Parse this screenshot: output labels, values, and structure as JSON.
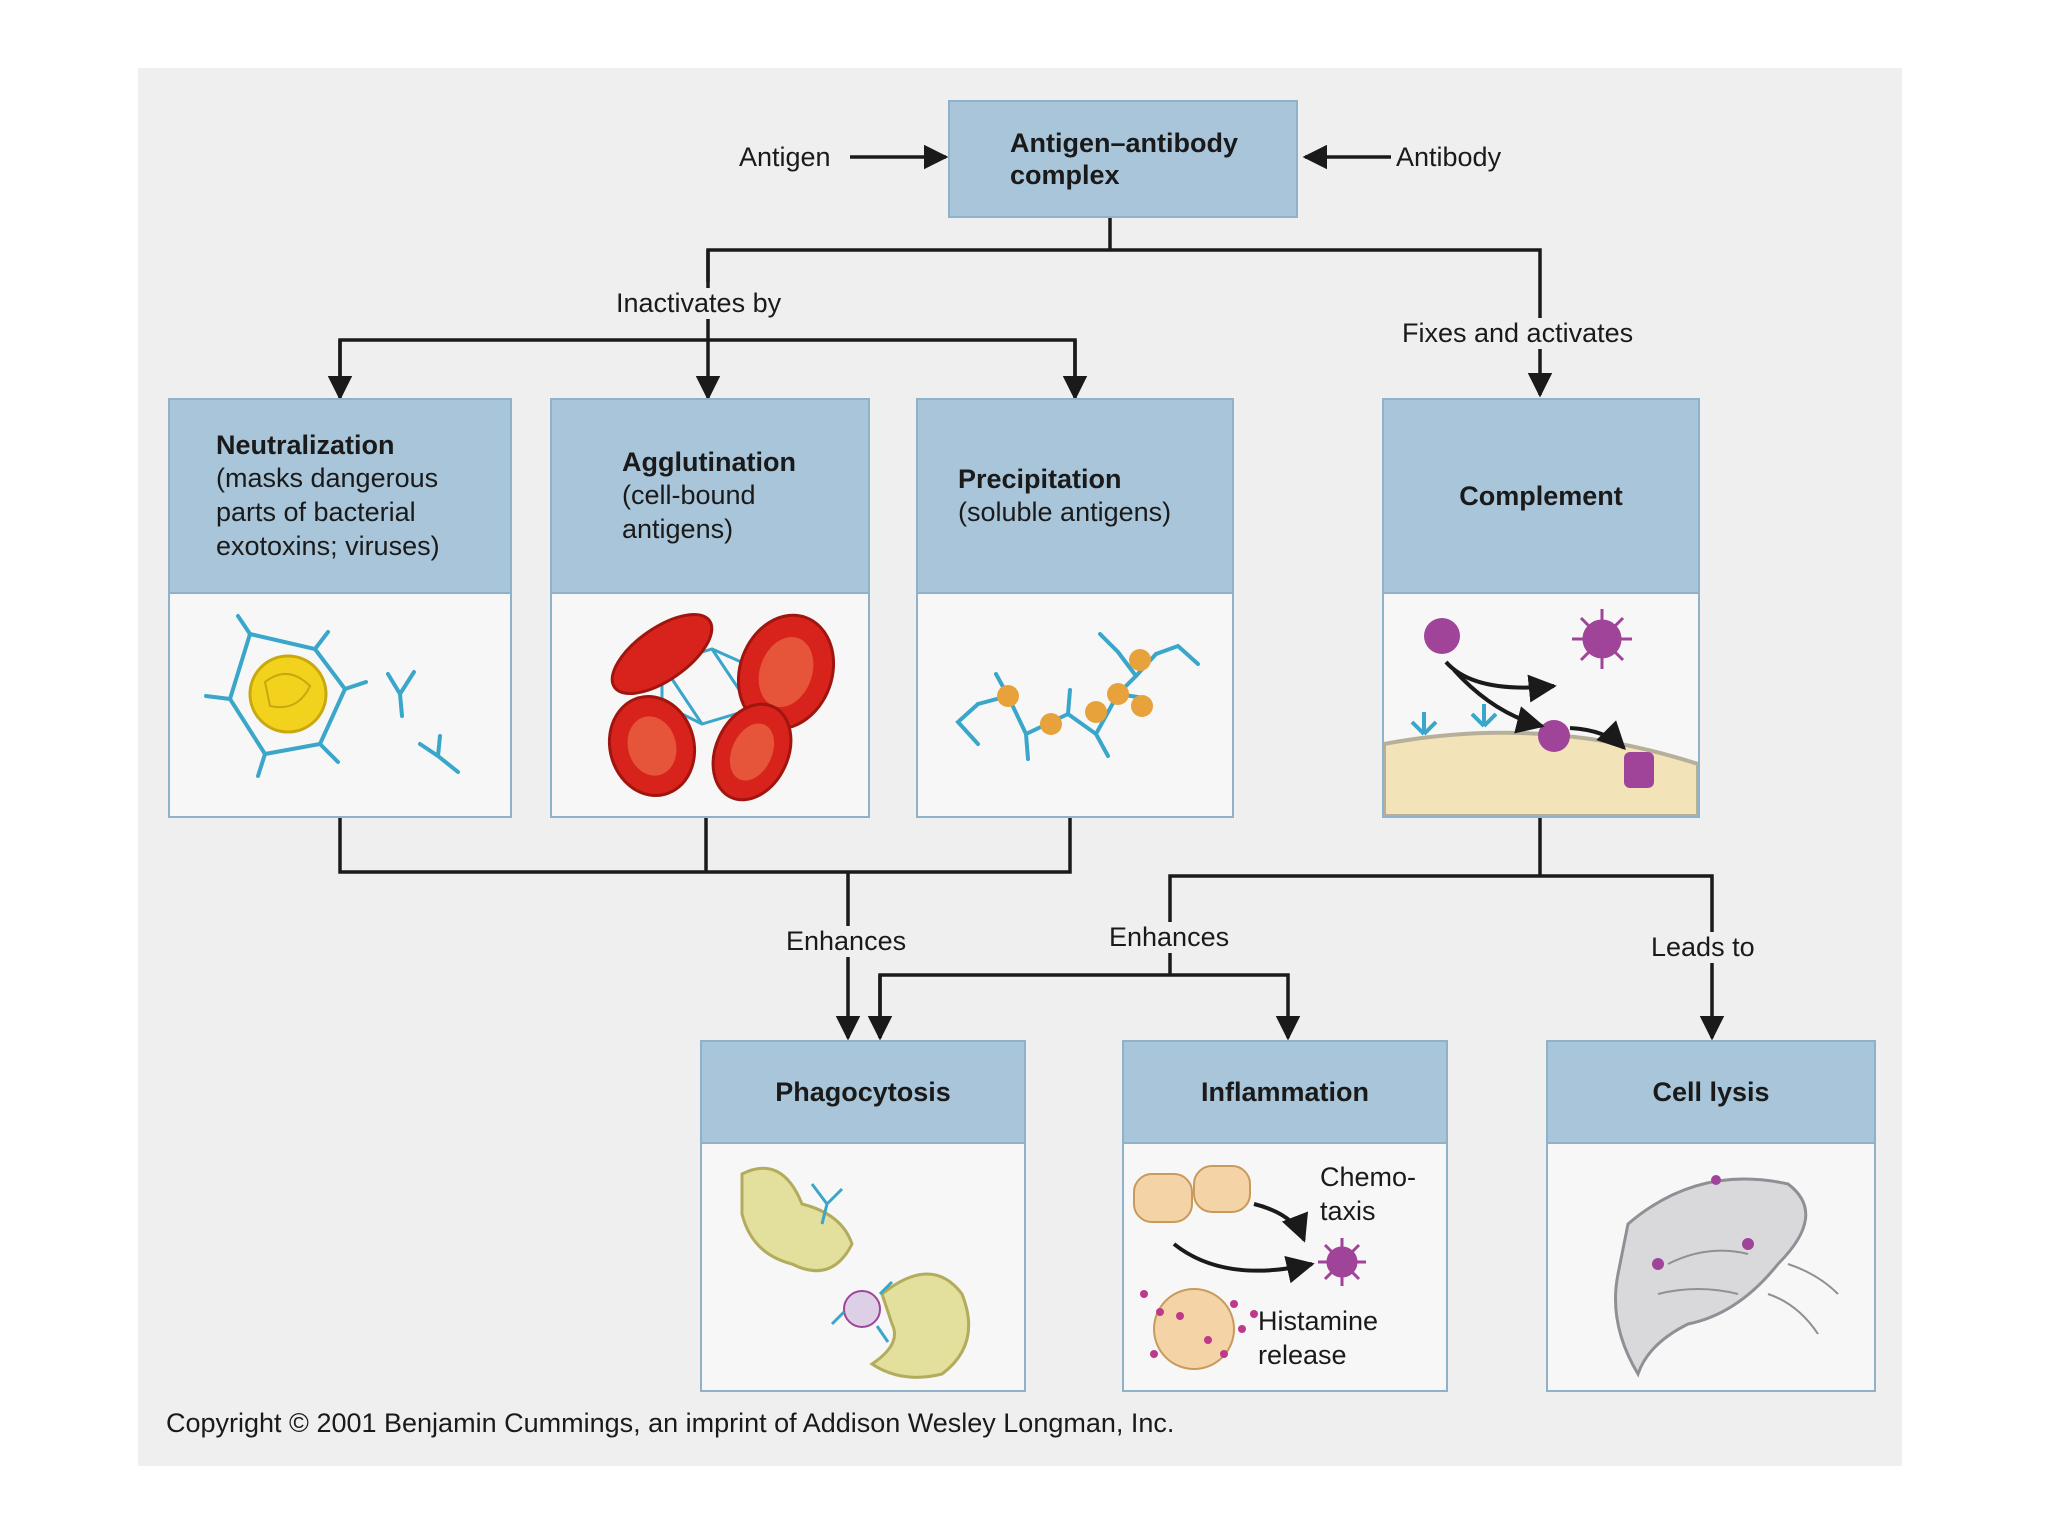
{
  "inputs": {
    "antigen": "Antigen",
    "antibody": "Antibody"
  },
  "complex": {
    "title": "Antigen–antibody complex"
  },
  "edges": {
    "inactivates": "Inactivates by",
    "fixes": "Fixes and activates",
    "enhances_left": "Enhances",
    "enhances_mid": "Enhances",
    "leads_to": "Leads to"
  },
  "mechanisms": {
    "neutralization": {
      "title": "Neutralization",
      "detail": "(masks dangerous parts of bacterial exotoxins; viruses)"
    },
    "agglutination": {
      "title": "Agglutination",
      "detail": "(cell-bound antigens)"
    },
    "precipitation": {
      "title": "Precipitation",
      "detail": "(soluble antigens)"
    },
    "complement": {
      "title": "Complement"
    }
  },
  "outcomes": {
    "phagocytosis": {
      "title": "Phagocytosis"
    },
    "inflammation": {
      "title": "Inflammation",
      "chemotaxis": "Chemo- taxis",
      "histamine": "Histamine release"
    },
    "cell_lysis": {
      "title": "Cell lysis"
    }
  },
  "colors": {
    "header": "#a9c5d9",
    "border": "#8fb2c9",
    "panel": "#efefef",
    "antibody": "#3aa6c9",
    "antigen": "#e8a23c",
    "complement": "#a0449a"
  },
  "copyright": "Copyright © 2001 Benjamin Cummings, an imprint of Addison Wesley Longman, Inc."
}
